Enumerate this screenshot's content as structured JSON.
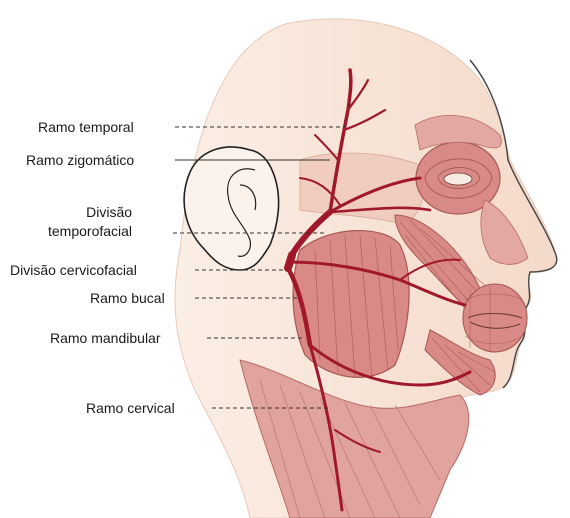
{
  "labels": {
    "temporal": "Ramo temporal",
    "zigomatico": "Ramo zigomático",
    "temporofacial_1": "Divisão",
    "temporofacial_2": "temporofacial",
    "cervicofacial": "Divisão cervicofacial",
    "bucal": "Ramo bucal",
    "mandibular": "Ramo mandibular",
    "cervical": "Ramo cervical"
  },
  "colors": {
    "skin": "#f6e3d6",
    "muscle": "#d98a86",
    "muscle_dark": "#b8605e",
    "nerve": "#a0192a",
    "ear_line": "#222222",
    "leader": "#333333"
  }
}
